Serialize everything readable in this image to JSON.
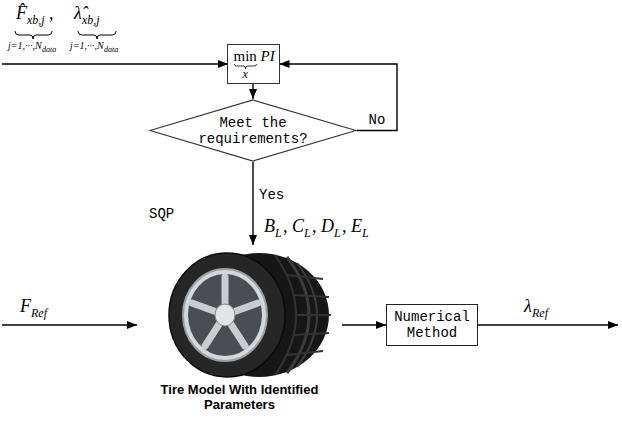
{
  "diagram": {
    "nodes": [
      {
        "text": [
          "SQP"
        ]
      },
      {
        "text": [
          "min",
          "x",
          "PI"
        ],
        "in": 0
      },
      {
        "text": [
          "Meet the requirements?"
        ],
        "in": 0
      },
      {
        "text": [
          "Tire Model With Identified Parameters"
        ]
      },
      {
        "text": [
          "Numerical Method"
        ]
      }
    ],
    "edges": [
      {
        "from": 1,
        "to": 2,
        "arrow": "to"
      },
      {
        "from": 2,
        "to": 1,
        "label": "No",
        "arrow": "to"
      },
      {
        "from": 2,
        "to": 3,
        "label": "Yes",
        "arrow": "to"
      },
      {
        "from": 3,
        "to": 4,
        "arrow": "to"
      }
    ],
    "labels": [
      "F̂",
      "xb,j",
      ",",
      "λ̂",
      "xb,j",
      "j=1,···,N",
      "data",
      "j=1,···,N",
      "data",
      "B",
      "L",
      ",",
      "C",
      "L",
      ",",
      "D",
      "L",
      ",",
      "E",
      "L",
      "F",
      "Ref",
      "λ",
      "Ref"
    ]
  }
}
